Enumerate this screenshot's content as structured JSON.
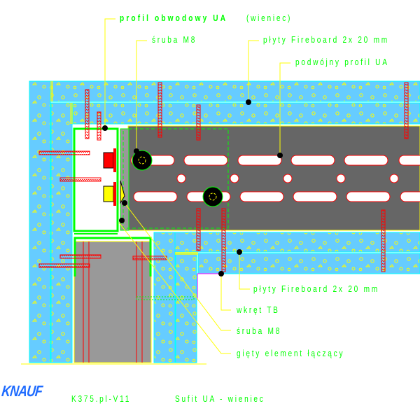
{
  "drawing": {
    "title": "Sufit UA - wieniec",
    "code": "K375.pl-V11",
    "brand": "KNAUF"
  },
  "labels": {
    "perimeter_profile_bold": "profil obwodowy UA",
    "perimeter_profile_paren": "(wieniec)",
    "bolt_top": "śruba M8",
    "boards_top": "płyty Fireboard 2x 20 mm",
    "double_profile": "podwójny profil UA",
    "boards_bottom": "płyty Fireboard 2x 20 mm",
    "screw_tb": "wkręt TB",
    "bolt_bottom": "śruba M8",
    "bent_connector": "gięty element łączący"
  },
  "labels_as_rendered": {
    "perimeter_profile_bold": "p r o f i l o b w o d o w y  U A",
    "perimeter_profile_paren": "( w i e n i e c )",
    "bolt_top": "œru b a  M 8",
    "boards_top": "p ³y t y  F i r e b o a r d  2 x  2 0  m m",
    "double_profile": "p o d w ó j n y  p r o f i l  U A",
    "boards_bottom": "p ³y t y  F i r e b o a r d  2 x  2 0  m m",
    "screw_tb": "w k r ê t  T B",
    "bolt_bottom": "œru b a  M 8",
    "bent_connector": "g i ê t y  e l e m e n t  ³¹ c z ¹ c y",
    "code": "K 3 7 5 . p l - V 1 1",
    "title": "S u f i t  U A  -  w i e n i e c"
  },
  "colors": {
    "board_fill": "#66ccff",
    "board_edge": "#00ffff",
    "aggregate": "#ffff00",
    "profile": "#00ff00",
    "screw": "#ff0000",
    "steel_dark": "#666666",
    "steel_light": "#999999",
    "leader": "#ffff00",
    "text": "#00ff00",
    "brand": "#1e6bff",
    "magenta": "#ff00ff"
  }
}
